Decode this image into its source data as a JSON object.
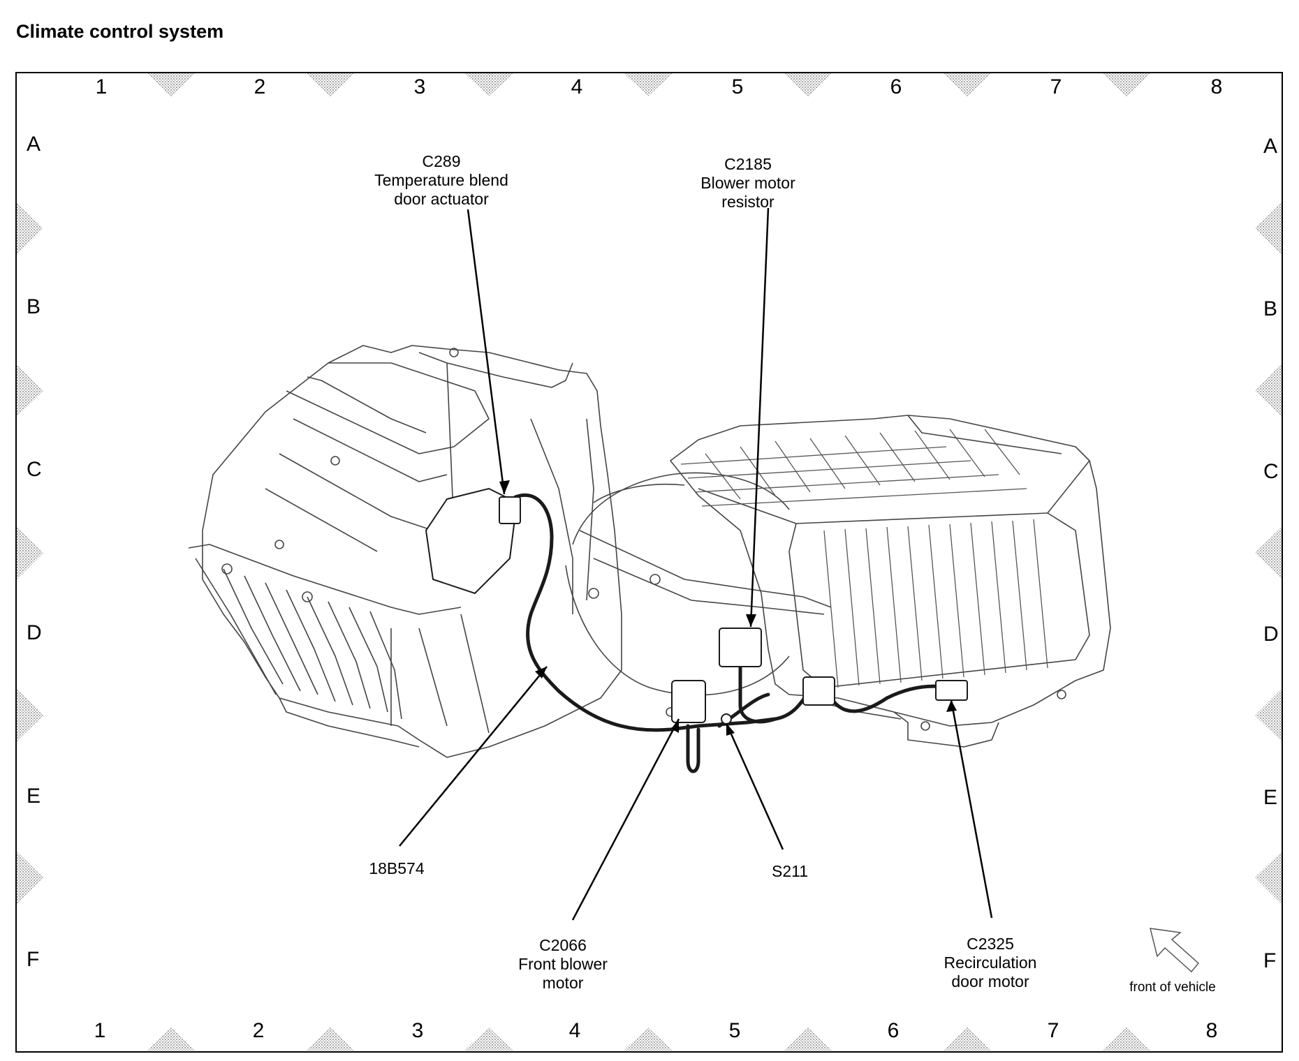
{
  "page": {
    "title": "Climate control system"
  },
  "grid": {
    "columns": [
      "1",
      "2",
      "3",
      "4",
      "5",
      "6",
      "7",
      "8"
    ],
    "rows": [
      "A",
      "B",
      "C",
      "D",
      "E",
      "F"
    ]
  },
  "callouts": {
    "c289": {
      "id": "C289",
      "desc1": "Temperature blend",
      "desc2": "door actuator"
    },
    "c2185": {
      "id": "C2185",
      "desc1": "Blower motor",
      "desc2": "resistor"
    },
    "w18b574": {
      "id": "18B574"
    },
    "s211": {
      "id": "S211"
    },
    "c2066": {
      "id": "C2066",
      "desc1": "Front blower",
      "desc2": "motor"
    },
    "c2325": {
      "id": "C2325",
      "desc1": "Recirculation",
      "desc2": "door motor"
    }
  },
  "orientation": {
    "label": "front of vehicle",
    "icon": "arrow-up-left-icon"
  }
}
